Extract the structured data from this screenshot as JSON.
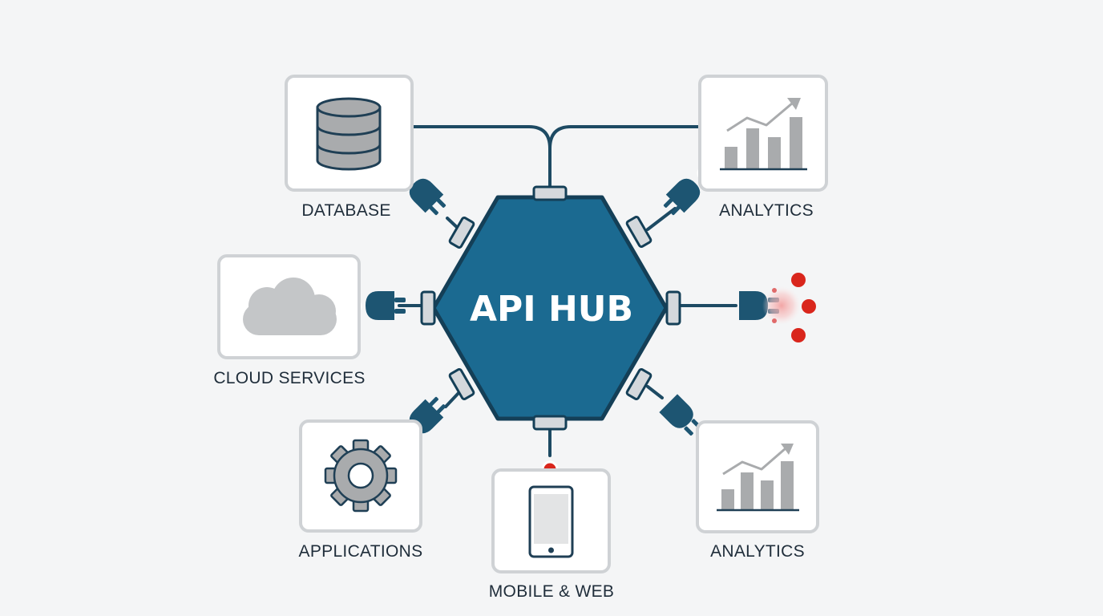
{
  "hub": {
    "title": "API HUB"
  },
  "nodes": {
    "database": {
      "label": "DATABASE",
      "icon": "database-icon"
    },
    "analytics_top": {
      "label": "ANALYTICS",
      "icon": "bar-chart-trend-icon"
    },
    "cloud_services": {
      "label": "CLOUD SERVICES",
      "icon": "cloud-icon"
    },
    "applications": {
      "label": "APPLICATIONS",
      "icon": "gear-icon"
    },
    "mobile_web": {
      "label": "MOBILE & WEB",
      "icon": "smartphone-icon"
    },
    "analytics_bottom": {
      "label": "ANALYTICS",
      "icon": "bar-chart-trend-icon"
    }
  },
  "colors": {
    "hub_fill": "#1b6a91",
    "hub_stroke": "#143f57",
    "connector": "#1d5572",
    "line": "#1d4a63",
    "status_dot": "#d9261c",
    "card_border": "#cfd2d5",
    "icon_gray": "#a9abad"
  }
}
